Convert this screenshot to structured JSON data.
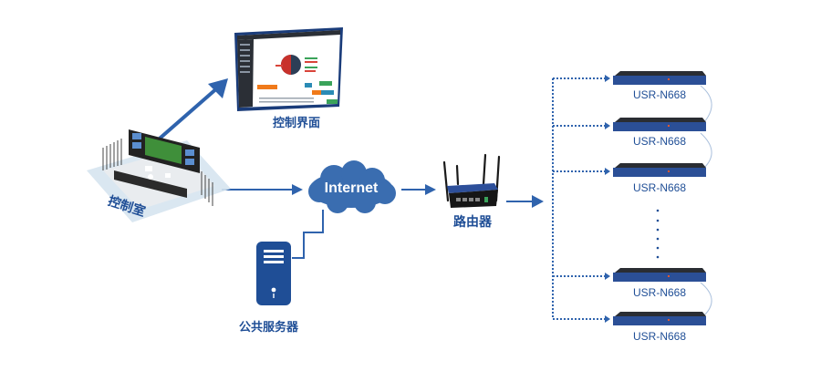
{
  "diagram": {
    "nodes": {
      "control_ui": {
        "label": "控制界面"
      },
      "control_room": {
        "label": "控制室"
      },
      "internet": {
        "label": "Internet"
      },
      "router": {
        "label": "路由器"
      },
      "public_server": {
        "label": "公共服务器"
      },
      "devices": [
        {
          "label": "USR-N668"
        },
        {
          "label": "USR-N668"
        },
        {
          "label": "USR-N668"
        },
        {
          "label": "USR-N668"
        },
        {
          "label": "USR-N668"
        }
      ],
      "ellipsis": "⋮"
    },
    "edges": [
      {
        "from": "控制室",
        "to": "控制界面",
        "style": "solid-arrow"
      },
      {
        "from": "控制室",
        "to": "Internet",
        "style": "solid-arrow"
      },
      {
        "from": "公共服务器",
        "to": "Internet",
        "style": "solid-line"
      },
      {
        "from": "Internet",
        "to": "路由器",
        "style": "solid-arrow"
      },
      {
        "from": "路由器",
        "to": "USR-N668 bus",
        "style": "solid-arrow"
      },
      {
        "from": "bus",
        "to": "USR-N668 x5",
        "style": "dotted-arrow"
      }
    ],
    "colors": {
      "primary": "#1f4e96",
      "line": "#2f63ad",
      "cloud": "#3a6db0"
    }
  }
}
